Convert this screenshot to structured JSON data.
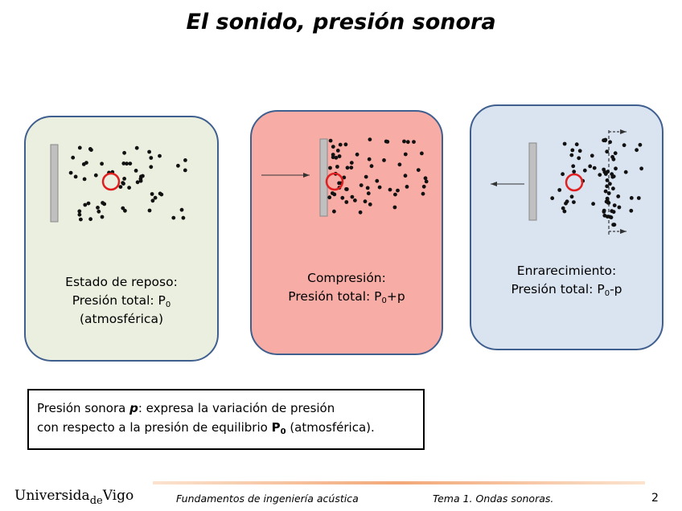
{
  "title": "El sonido, presión sonora",
  "panels": {
    "rest": {
      "line1": "Estado de reposo:",
      "line2_prefix": "Presión total: P",
      "line2_sub": "0",
      "line3": "(atmosférica)"
    },
    "compression": {
      "line1": "Compresión:",
      "line2_prefix": "Presión total: P",
      "line2_sub": "0",
      "line2_suffix": "+p"
    },
    "rarefaction": {
      "line1": "Enrarecimiento:",
      "line2_prefix": "Presión total: P",
      "line2_sub": "0",
      "line2_suffix": "-p"
    }
  },
  "definition": {
    "part1": "Presión sonora ",
    "symbol_p": "p",
    "part2": ": expresa la variación de presión",
    "part3": "con respecto a la presión de equilibrio ",
    "symbol_P": "P",
    "symbol_P_sub": "0",
    "part4": " (atmosférica)."
  },
  "footer": {
    "logo_a": "Universida",
    "logo_de": "de",
    "logo_b": "Vigo",
    "course": "Fundamentos de ingeniería acústica",
    "topic": "Tema 1. Ondas sonoras.",
    "page": "2"
  },
  "colors": {
    "panel_rest": "#ebefdf",
    "panel_compression": "#f7aca5",
    "panel_rarefaction": "#dae3f0",
    "panel_border": "#3f5f8f",
    "highlight_circle": "#e02020"
  },
  "icons": {
    "particle_marker": "red-circle",
    "motion": "arrow"
  }
}
